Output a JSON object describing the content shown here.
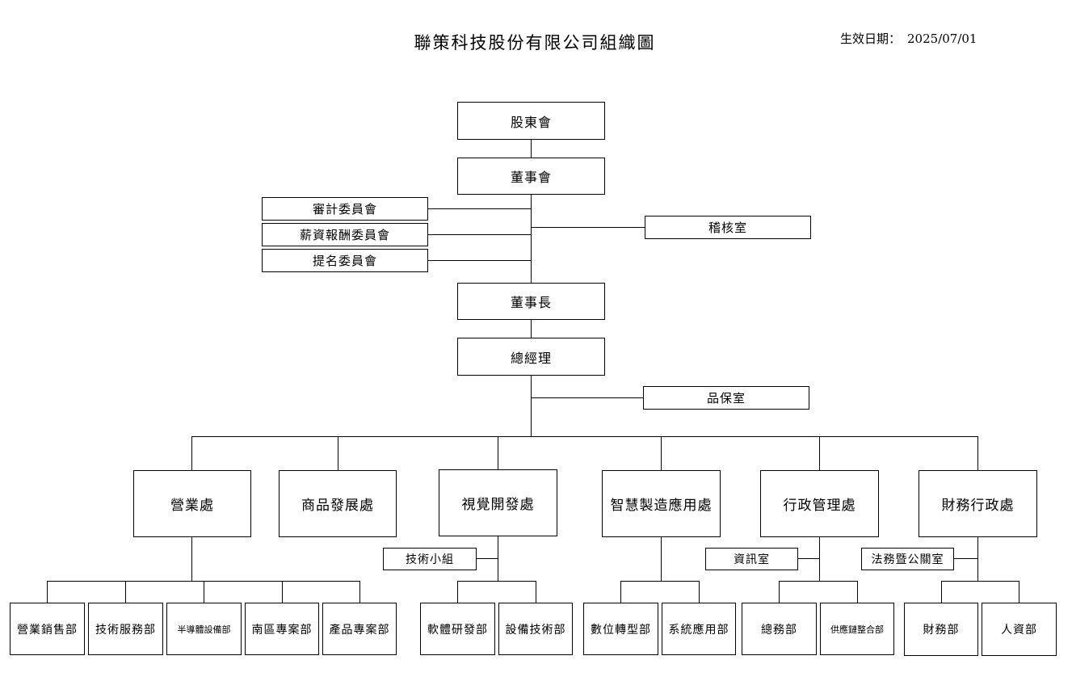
{
  "header": {
    "title": "聯策科技股份有限公司組織圖",
    "effective_label": "生效日期：",
    "effective_date": "2025/07/01"
  },
  "top": {
    "shareholders": "股東會",
    "board": "董事會",
    "audit_committee": "審計委員會",
    "remuneration_committee": "薪資報酬委員會",
    "nomination_committee": "提名委員會",
    "internal_audit": "稽核室",
    "chairman": "董事長",
    "general_manager": "總經理",
    "quality_assurance": "品保室"
  },
  "divisions": {
    "sales": {
      "name": "營業處",
      "departments": [
        "營業銷售部",
        "技術服務部",
        "半導體設備部",
        "南區專案部",
        "產品專案部"
      ]
    },
    "product_development": {
      "name": "商品發展處"
    },
    "vision_development": {
      "name": "視覺開發處",
      "unit": "技術小組",
      "departments": [
        "軟體研發部",
        "設備技術部"
      ]
    },
    "smart_manufacturing": {
      "name": "智慧製造應用處",
      "departments": [
        "數位轉型部",
        "系統應用部"
      ]
    },
    "administration": {
      "name": "行政管理處",
      "unit": "資訊室",
      "departments": [
        "總務部",
        "供應鏈整合部"
      ]
    },
    "finance_admin": {
      "name": "財務行政處",
      "unit": "法務暨公關室",
      "departments": [
        "財務部",
        "人資部"
      ]
    }
  }
}
